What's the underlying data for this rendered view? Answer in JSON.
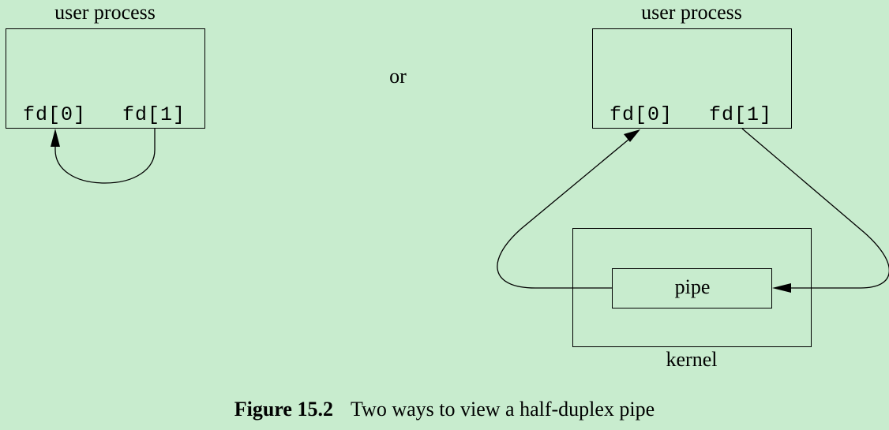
{
  "left_process": {
    "label": "user process",
    "fd0": "fd[0]",
    "fd1": "fd[1]"
  },
  "separator": "or",
  "right_process": {
    "label": "user process",
    "fd0": "fd[0]",
    "fd1": "fd[1]"
  },
  "kernel": {
    "label": "kernel",
    "pipe_label": "pipe"
  },
  "caption": {
    "number": "Figure 15.2",
    "text": "Two ways to view a half-duplex pipe"
  }
}
